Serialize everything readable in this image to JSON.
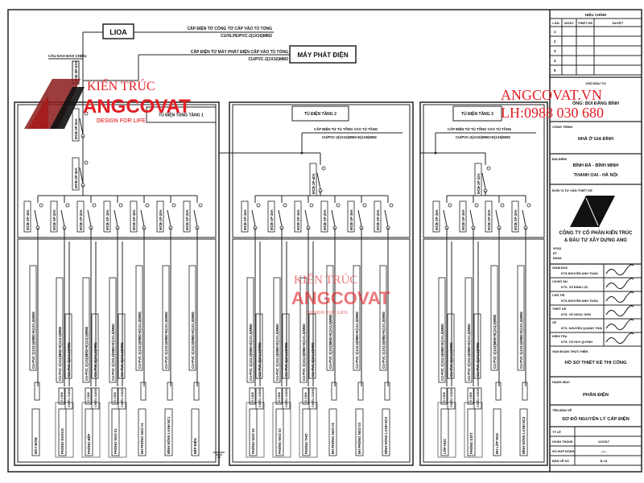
{
  "supply": {
    "lioa_label": "LIOA",
    "generator_label": "MÁY PHÁT ĐIỆN",
    "meter_cable_title": "CẤP ĐIỆN TỪ CÔNG TƠ CẤP VÀO TỦ TỔNG",
    "meter_cable_spec": "CU/XLPE/PVC-2(1X16)MM2",
    "generator_cable_title": "CẤP ĐIỆN TỪ MÁY PHÁT ĐIỆN CẤP VÀO TỦ TỔNG",
    "generator_cable_spec": "CU/PVC-2(1X16)MM2",
    "changeover_label": "CẦU DAO ĐẢO CHIỀU",
    "changeover_breaker": "MCB-3P-63A"
  },
  "panels": [
    {
      "title": "TỦ ĐIỆN TỔNG TẦNG 1",
      "main_breakers": [
        "MCB-2P-50A",
        "MCB-2P-40A"
      ],
      "circuits": [
        {
          "breaker": "MCB-1P-16A",
          "cable": "CU-PVC 2(1X2,5)MM2+E(1X1,5)MM2",
          "cable2": "",
          "sockets": false,
          "load": "MÁY BƠM"
        },
        {
          "breaker": "MCB-1P-20A",
          "cable": "CU-PVC 2(1X4)MM2+E(1X2,5)MM2",
          "cable2": "CU-PVC 2(1X1,5)MM2",
          "sockets": true,
          "load": "PHÒNG KHÁCH"
        },
        {
          "breaker": "MCB-1P-20A",
          "cable": "CU-PVC 2(1X4)MM2+E(1X2,5)MM2",
          "cable2": "CU-PVC 2(1X1,5)MM2",
          "sockets": true,
          "load": "PHÒNG BẾP"
        },
        {
          "breaker": "MCB-1P-16A",
          "cable": "CU-PVC 2(1X2,5)MM2+E(1X1,5)MM2",
          "cable2": "CU-PVC 2(1X1,5)MM2",
          "sockets": true,
          "load": "PHÒNG NGỦ 01"
        },
        {
          "breaker": "MCB-1P-16A",
          "cable": "CU-PVC 2(1X2,5)MM2+E(1X1,5)MM2",
          "cable2": "",
          "sockets": false,
          "load": "ĐH PHÒNG NGỦ 01"
        },
        {
          "breaker": "MCB-1P-20A",
          "cable": "CU-PVC 2(1X2,5)MM2+E(1X1,5)MM2",
          "cable2": "",
          "sockets": false,
          "load": "BÌNH NÓNG LẠNH NC1"
        },
        {
          "breaker": "MCB-1P-20A",
          "cable": "CU-PVC 2(1X2,5)MM2+E(1X1,5)MM2",
          "cable2": "",
          "sockets": false,
          "load": "BẾP ĐIỆN"
        }
      ]
    },
    {
      "title": "TỦ ĐIỆN TẦNG 2",
      "feed_title": "CẤP ĐIỆN TỪ TỦ TỔNG VÀO TỦ TẦNG",
      "feed_spec": "CU/PVC-2(1X10)MM2+E(1X6)MM2",
      "main_breakers": [
        "MCB-2P-40A"
      ],
      "circuits": [
        {
          "breaker": "MCB-1P-16A",
          "cable": "CU-PVC 2(1X2,5)MM2+E(1X1,5)MM2",
          "cable2": "CU-PVC 2(1X1,5)MM2",
          "sockets": true,
          "load": "PHÒNG NGỦ 02"
        },
        {
          "breaker": "MCB-1P-16A",
          "cable": "CU-PVC 2(1X2,5)MM2+E(1X1,5)MM2",
          "cable2": "CU-PVC 2(1X1,5)MM2",
          "sockets": true,
          "load": "PHÒNG NGỦ 03"
        },
        {
          "breaker": "MCB-1P-16A",
          "cable": "CU-PVC 2(1X2,5)MM2+E(1X1,5)MM2",
          "cable2": "CU-PVC 2(1X1,5)MM2",
          "sockets": true,
          "load": "PHÒNG THỜ"
        },
        {
          "breaker": "MCB-1P-20A",
          "cable": "CU-PVC 2(1X4)MM2+E(1X2,5)MM2",
          "cable2": "",
          "sockets": false,
          "load": "ĐH PHÒNG NGỦ 02"
        },
        {
          "breaker": "MCB-1P-16A",
          "cable": "CU-PVC 2(1X2,5)MM2+E(1X1,5)MM2",
          "cable2": "",
          "sockets": false,
          "load": "ĐH PHÒNG NGỦ 03"
        },
        {
          "breaker": "MCB-1P-20A",
          "cable": "CU-PVC 2(1X2,5)MM2+E(1X1,5)MM2",
          "cable2": "",
          "sockets": false,
          "load": "BÌNH NÓNG LẠNH NC2"
        }
      ]
    },
    {
      "title": "TỦ ĐIỆN TẦNG 3",
      "feed_title": "CẤP ĐIỆN TỪ TỦ TỔNG VÀO TỦ TẦNG",
      "feed_spec": "CU/PVC-2(1X10)MM2+E(1X6)MM2",
      "main_breakers": [
        "MCB-2P-32A"
      ],
      "circuits": [
        {
          "breaker": "MCB-1P-16A",
          "cable": "CU-PVC 2(1X2,5)MM2+E(1X1,5)MM2",
          "cable2": "CU-PVC 2(1X1,5)MM2",
          "sockets": true,
          "load": "LỚP HỌC"
        },
        {
          "breaker": "MCB-1P-16A",
          "cable": "CU-PVC 2(1X2,5)MM2+E(1X1,5)MM2",
          "cable2": "CU-PVC 2(1X1,5)MM2",
          "sockets": true,
          "load": "PHÒNG GIẶT"
        },
        {
          "breaker": "MCB-1P-20A",
          "cable": "CU-PVC 2(1X4)MM2+E(1X2,5)MM2",
          "cable2": "",
          "sockets": false,
          "load": "ĐH LỚP HỌC"
        },
        {
          "breaker": "MCB-1P-20A",
          "cable": "CU-PVC 2(1X2,5)MM2+E(1X1,5)MM2",
          "cable2": "",
          "sockets": false,
          "load": "BÌNH NÓNG LẠNH NC3"
        }
      ]
    }
  ],
  "socket_labels": {
    "outlet": "Ổ CẮM",
    "lighting": "CHIẾU SÁNG"
  },
  "title_block": {
    "revision_title": "HIỆU CHỈNH",
    "revision_headers": [
      "LẦN",
      "NGÀY",
      "THIẾT KẾ",
      "DUYỆT"
    ],
    "revision_rows": [
      "1",
      "2",
      "3",
      "4",
      "5"
    ],
    "owner_label": "CHỦ ĐẦU TƯ",
    "owner": "ÔNG: BÙI ĐĂNG BÌNH",
    "project_label": "CÔNG TRÌNH",
    "project": "NHÀ Ở GIA ĐÌNH",
    "location_label": "ĐỊA ĐIỂM",
    "location_1": "BÌNH ĐÀ - BÌNH MINH",
    "location_2": "THANH OAI - HÀ NỘI",
    "consultant_label": "ĐƠN VỊ TƯ VẤN THIẾT KẾ",
    "company_1": "CÔNG TY CỔ PHẦN KIẾN TRÚC",
    "company_2": "& ĐẦU TƯ XÂY DỰNG ANG",
    "contact_labels": [
      "VPGD",
      "ĐT",
      "EMAIL"
    ],
    "signers": [
      {
        "role": "GIÁM ĐỐC",
        "name": "KTS.NGUYỄN ANH TUẤN"
      },
      {
        "role": "CN ĐỒ ÁN",
        "name": "KTS. VŨ ĐÌNH LỢI"
      },
      {
        "role": "CHỦ TRÌ",
        "name": "KTS.NGUYỄN ANH TUẤN"
      },
      {
        "role": "THIẾT KẾ",
        "name": "KTS. VŨ NGỌC SƠN"
      },
      {
        "role": "VẼ",
        "name": "KTS. NGUYỄN QUANG THÁI"
      },
      {
        "role": "KIỂM TRA",
        "name": "KTS. CÙ HUY QUỲNH"
      }
    ],
    "phase_label": "GIAI ĐOẠN THỰC HIỆN",
    "phase": "HỒ SƠ THIẾT KẾ THI CÔNG",
    "category_label": "HẠNG MỤC",
    "category": "PHẦN ĐIỆN",
    "drawing_name_label": "TÊN BẢN VẼ",
    "drawing_name": "SƠ ĐỒ NGUYÊN LÝ CẤP ĐIỆN",
    "scale_label": "TỶ LỆ",
    "scale": "",
    "completed_label": "HOÀN THÀNH",
    "completed": "11/2017",
    "contract_label": "SỐ HỢP ĐỒNG",
    "contract": "--/---",
    "sheet_label": "BẢN VẼ SỐ",
    "sheet": "Đ-14"
  },
  "watermark": {
    "line1": "KIẾN TRÚC",
    "brand": "ANGCOVAT",
    "tagline": "DESIGN FOR LIFE",
    "website": "ANGCOVAT.VN",
    "phone": "LH:0988 030 680",
    "color": "#e31e24"
  }
}
